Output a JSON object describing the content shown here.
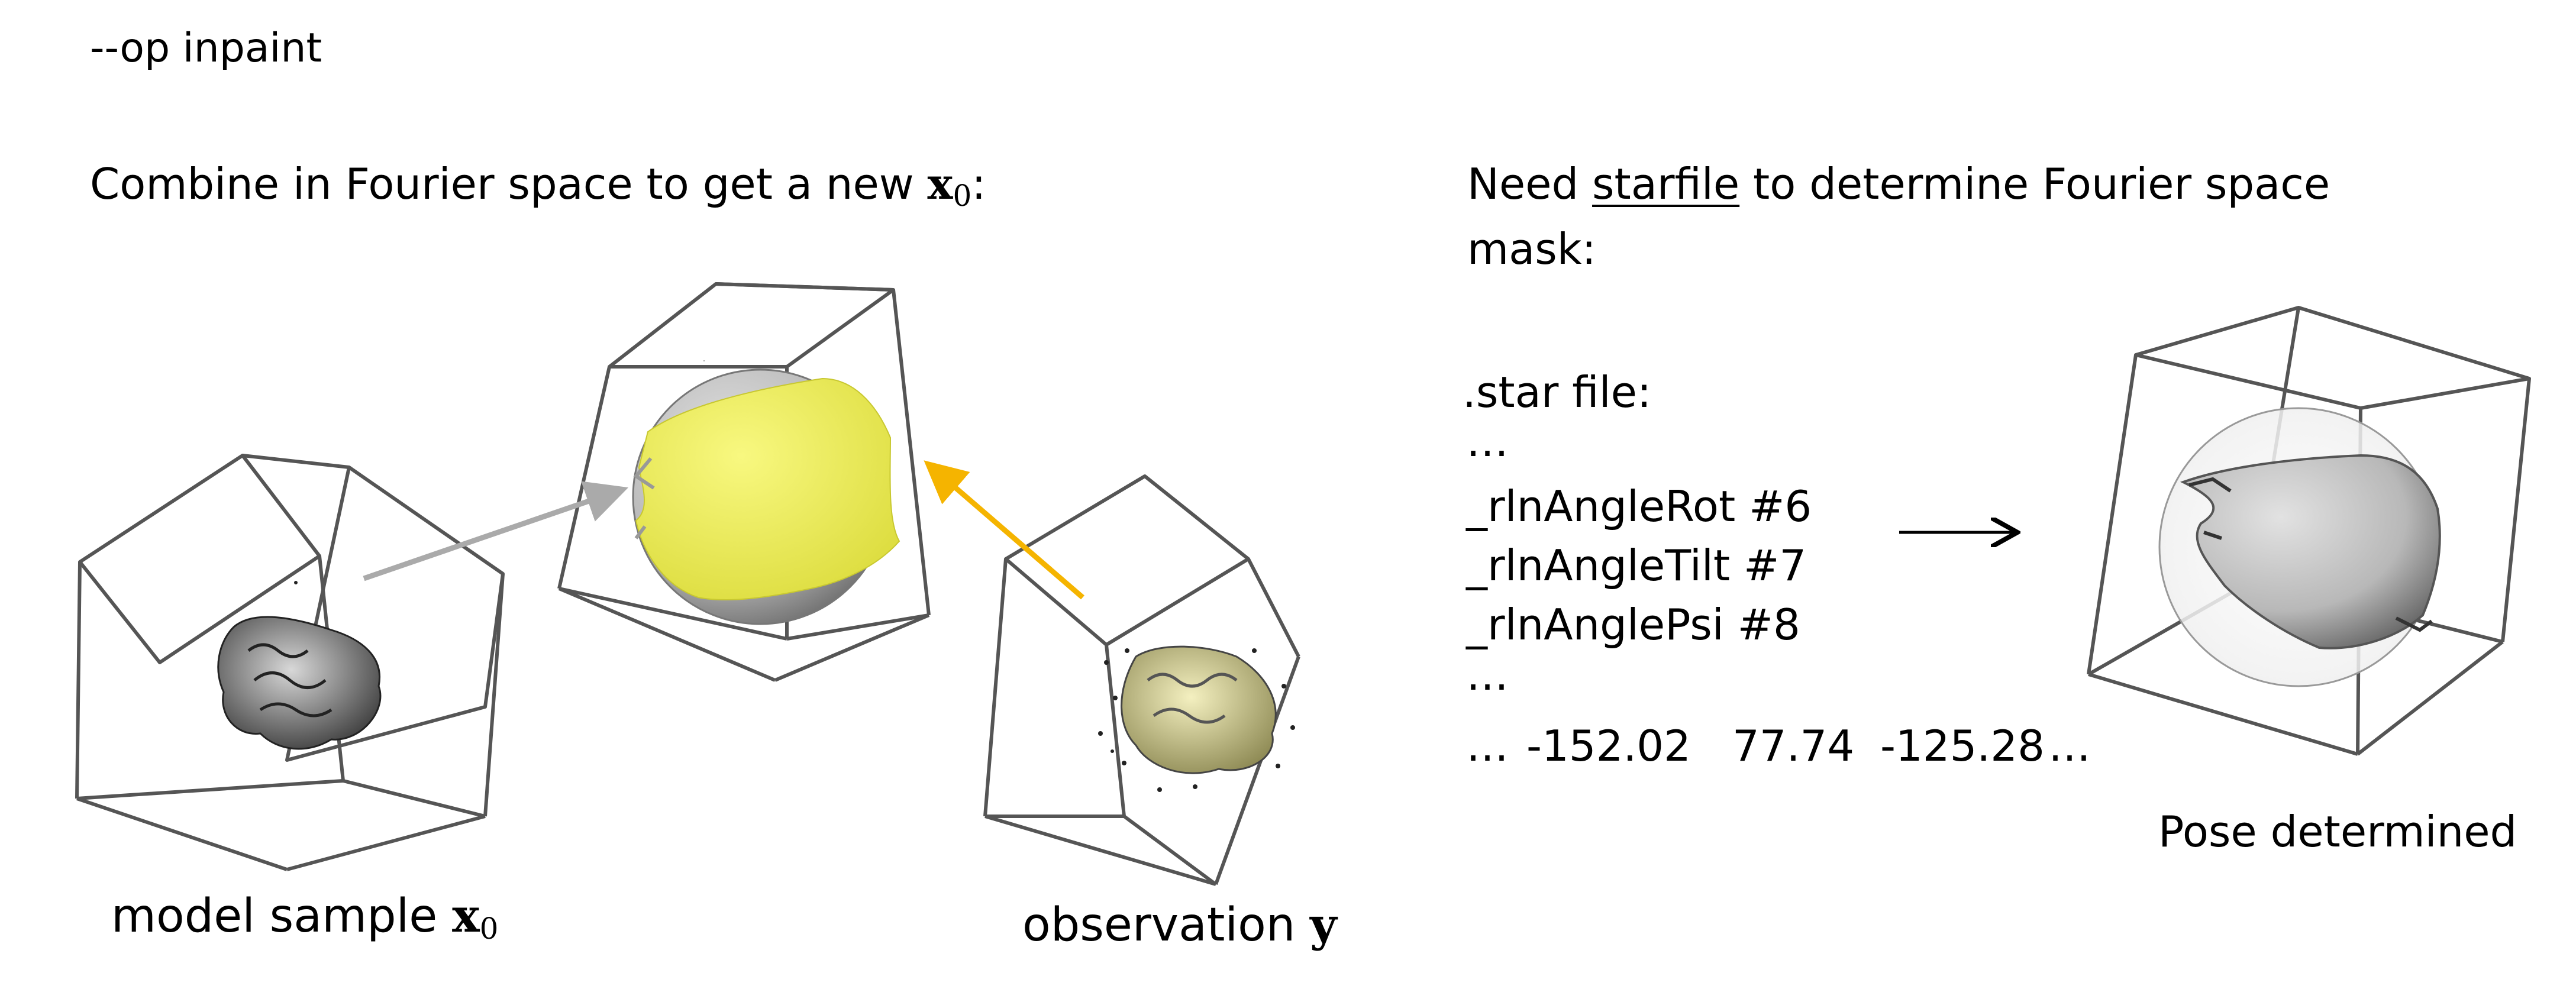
{
  "header": {
    "op": "--op inpaint"
  },
  "left": {
    "combine_prefix": "Combine in Fourier space to get a new ",
    "combine_var": "x",
    "combine_sub": "0",
    "combine_suffix": ":",
    "model_label": "model sample ",
    "model_var": "x",
    "model_sub": "0",
    "obs_label": "observation ",
    "obs_var": "y"
  },
  "right": {
    "need_prefix": "Need ",
    "need_link": "starfile",
    "need_suffix": " to determine Fourier space",
    "need_line2": "mask:",
    "star": {
      "title": ".star file:",
      "ellipsis": "…",
      "field_rot": "_rlnAngleRot #6",
      "field_tilt": "_rlnAngleTilt #7",
      "field_psi": "_rlnAnglePsi #8",
      "row_start": "…",
      "val_rot": "-152.02",
      "val_tilt": "77.74",
      "val_psi": "-125.28",
      "row_end": "…"
    },
    "pose_label": "Pose determined"
  },
  "colors": {
    "frame": "#555555",
    "gray_arrow": "#aaaaaa",
    "orange_arrow": "#f5b400",
    "yellow": "#f0f060",
    "sphere_gray": "#c4c4c4",
    "obs_blob": "#e6e2a0"
  }
}
